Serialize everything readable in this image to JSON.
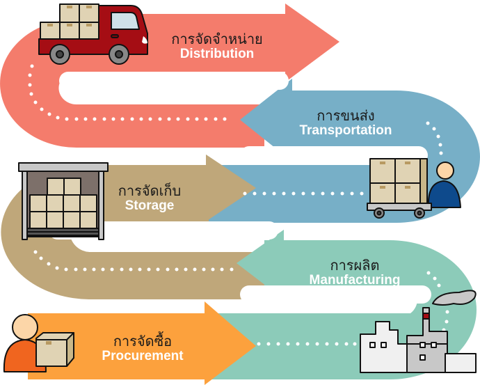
{
  "title": "Supply chain flow",
  "colors": {
    "distribution": "#f47c6c",
    "transportation": "#77afc7",
    "storage": "#bfa77a",
    "manufacturing": "#8ccbb9",
    "procurement": "#fca13d"
  },
  "stages": [
    {
      "key": "distribution",
      "thai": "การจัดจำหน่าย",
      "english": "Distribution",
      "icon": "delivery-truck-icon"
    },
    {
      "key": "transportation",
      "thai": "การขนส่ง",
      "english": "Transportation",
      "icon": "cart-worker-icon"
    },
    {
      "key": "storage",
      "thai": "การจัดเก็บ",
      "english": "Storage",
      "icon": "warehouse-icon"
    },
    {
      "key": "manufacturing",
      "thai": "การผลิต",
      "english": "Manufacturing",
      "icon": "factory-icon"
    },
    {
      "key": "procurement",
      "thai": "การจัดซื้อ",
      "english": "Procurement",
      "icon": "buyer-with-box-icon"
    }
  ]
}
